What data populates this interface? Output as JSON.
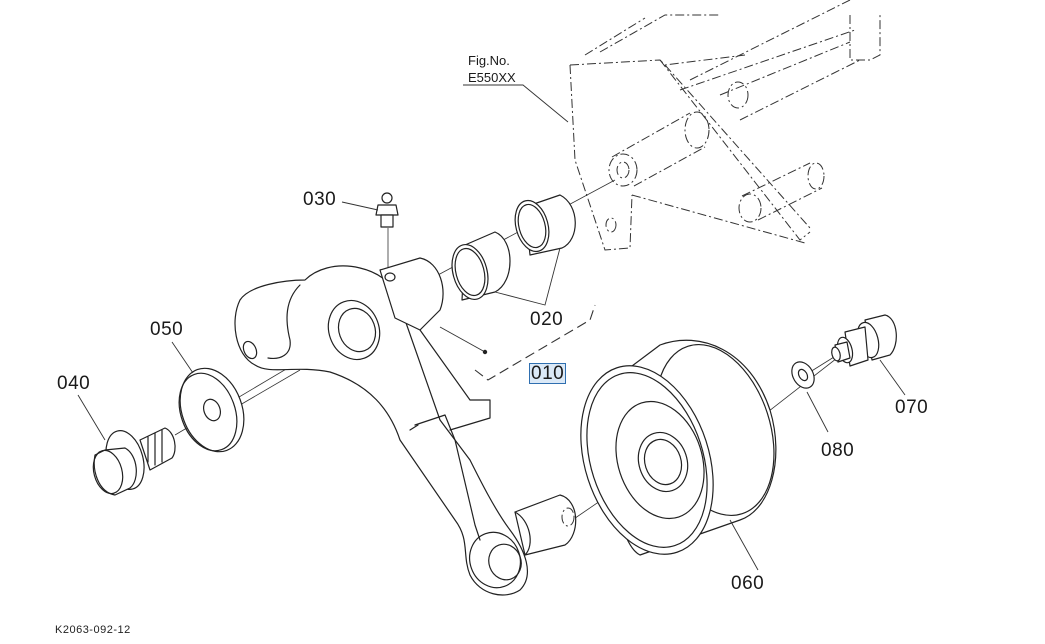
{
  "diagram": {
    "type": "exploded-parts-diagram",
    "figure_ref": {
      "line1": "Fig.No.",
      "line2": "E550XX"
    },
    "drawing_code": "K2063-092-12",
    "selected_callout": "010",
    "callouts": [
      {
        "id": "010",
        "part": "tension-arm-assembly",
        "selected": true
      },
      {
        "id": "020",
        "part": "bushing-pair"
      },
      {
        "id": "030",
        "part": "grease-nipple"
      },
      {
        "id": "040",
        "part": "flange-bolt"
      },
      {
        "id": "050",
        "part": "washer"
      },
      {
        "id": "060",
        "part": "idler-pulley"
      },
      {
        "id": "070",
        "part": "pulley-bolt"
      },
      {
        "id": "080",
        "part": "washer-small"
      }
    ],
    "colors": {
      "line": "#222222",
      "highlight_fill": "#dbe9f7",
      "highlight_border": "#2f6fb0"
    }
  }
}
